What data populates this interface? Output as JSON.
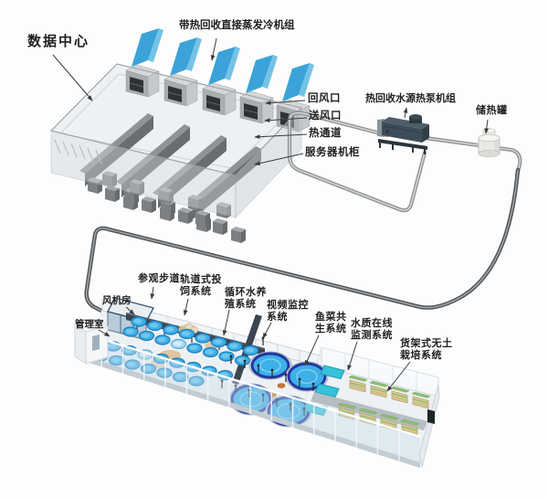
{
  "labels": {
    "data_center": "数据中心",
    "cooling_unit": "带热回收直接蒸发冷机组",
    "return_air": "回风口",
    "supply_air": "送风口",
    "hot_aisle": "热通道",
    "server_cabinet": "服务器机柜",
    "heat_pump": "热回收水源热泵机组",
    "heat_storage_tank": "储热罐",
    "visitor_walkway": "参观步道",
    "rail_feeding": "轨道式投\n饲系统",
    "recirculating_aquaculture": "循环水养\n殖系统",
    "video_monitoring": "视频监控\n系统",
    "aquaponics": "鱼菜共\n生系统",
    "water_quality": "水质在线\n监测系统",
    "soilless_racks": "货架式无土\n栽培系统",
    "fan_room": "风机房",
    "management_room": "管理室"
  },
  "colors": {
    "cooling_fin_blue": "#3ba3d8",
    "small_tank_blue": "#3fafe4",
    "big_tank_ring_navy": "#2336a0",
    "pipe_dark": "#53575a",
    "pipe_light": "#8f9396",
    "walkway_dark": "#3a4550",
    "rack_tan": "#dcc892",
    "label_text": "#1f1f1f"
  }
}
